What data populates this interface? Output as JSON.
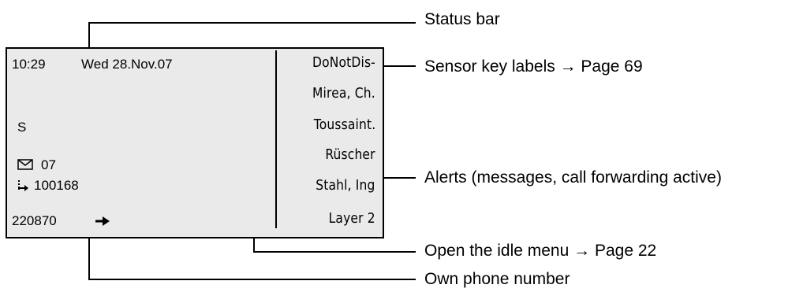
{
  "display": {
    "time": "10:29",
    "date": "Wed 28.Nov.07",
    "letter": "S",
    "message_count": "07",
    "forward_number": "100168",
    "own_number": "220870"
  },
  "sensor_keys": [
    "DoNotDis-",
    "Mirea, Ch.",
    "Toussaint.",
    "Rüscher",
    "Stahl, Ing",
    "Layer 2"
  ],
  "callouts": {
    "status_bar": "Status bar",
    "sensor_key_labels": "Sensor key labels → Page 69",
    "alerts": "Alerts (messages, call forwarding active)",
    "idle_menu": "Open the idle menu → Page 22",
    "own_number": "Own phone number"
  },
  "colors": {
    "alert_bracket": "#2e4c9a",
    "screen_bg": "#eaeaea"
  },
  "icons": [
    "envelope-icon",
    "call-forward-icon",
    "arrow-right-icon"
  ]
}
